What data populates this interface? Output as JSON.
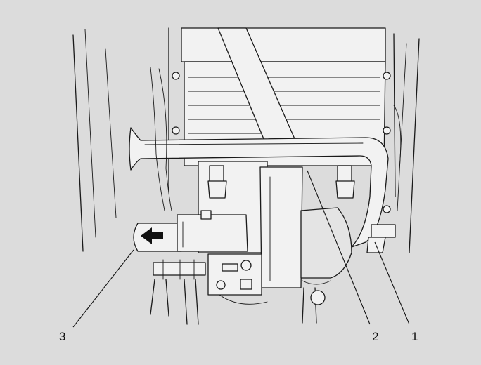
{
  "colors": {
    "background": "#dcdcdc",
    "ink": "#1a1a1a",
    "part_fill": "#f2f2f2"
  },
  "callouts": [
    {
      "id": "callout-1",
      "label": "1"
    },
    {
      "id": "callout-2",
      "label": "2"
    },
    {
      "id": "callout-3",
      "label": "3"
    }
  ],
  "icons": {
    "direction_arrow": "left-arrow-icon"
  }
}
